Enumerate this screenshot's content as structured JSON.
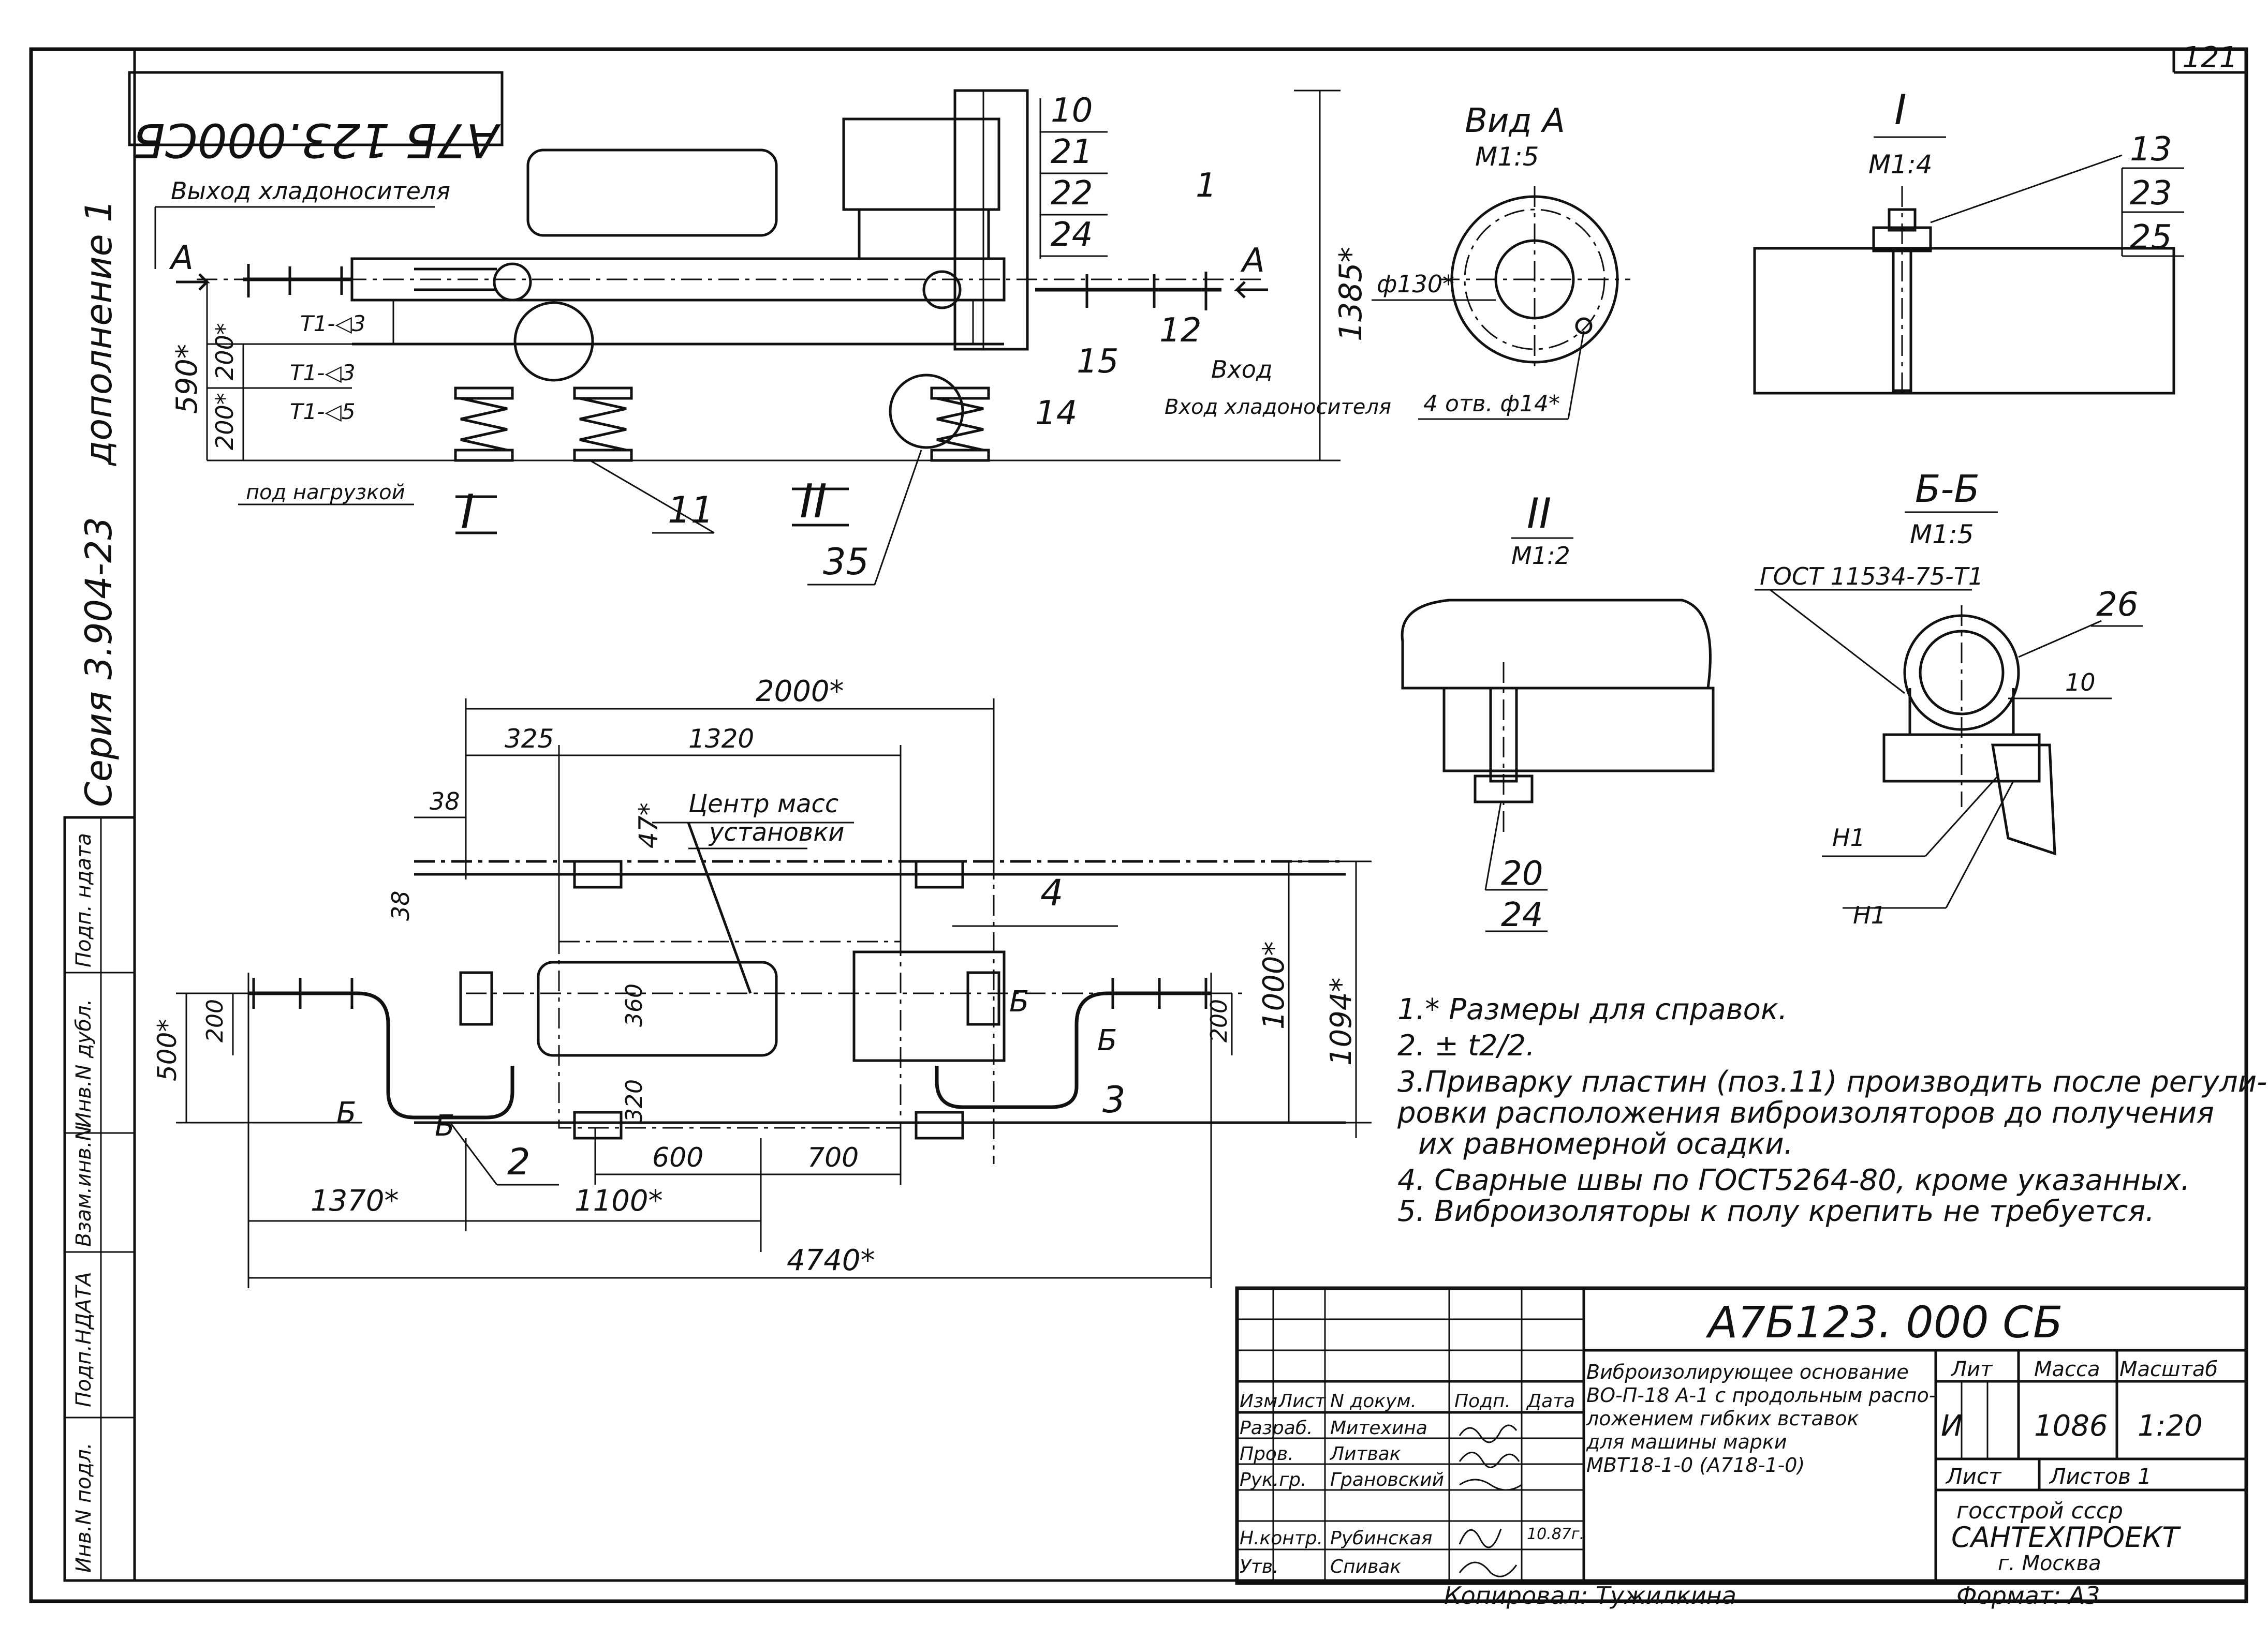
{
  "sheet_number": "121",
  "stamp_code_mirrored": "А7Б 123.000СБ",
  "side_column": {
    "addition": "дополнение 1",
    "series": "Серия 3.904-23"
  },
  "side_table_labels": [
    "Инв.N подл.",
    "Подп.НДАТА",
    "Взам.инв.N",
    "Инв.N дубл.",
    "Подп. ндата"
  ],
  "side_view": {
    "outlet_label": "Выход хладоносителя",
    "inlet_label": "Вход хладоносителя",
    "under_load": "под нагрузкой",
    "section_A_left": "А",
    "section_A_right": "А",
    "dim_590": "590*",
    "dim_200a": "200*",
    "dim_200b": "200*",
    "dim_1385": "1385*",
    "weld_1": "Т1-◁3",
    "weld_2": "Т1-◁3",
    "weld_3": "Т1-◁5",
    "pos_1": "1",
    "pos_10": "10",
    "pos_21": "21",
    "pos_22": "22",
    "pos_24": "24",
    "pos_12": "12",
    "pos_15": "15",
    "pos_14": "14",
    "pos_11": "11",
    "pos_35": "35",
    "callout_I": "I",
    "callout_II": "II"
  },
  "plan_view": {
    "dim_2000": "2000*",
    "dim_325": "325",
    "dim_1320": "1320",
    "dim_38a": "38",
    "dim_38b": "38",
    "dim_47": "47*",
    "center_mass_1": "Центр масс",
    "center_mass_2": "установки",
    "pos_4": "4",
    "pos_2": "2",
    "pos_3": "3",
    "dim_200_left": "200",
    "dim_500": "500*",
    "dim_360": "360",
    "dim_320": "320",
    "dim_200_right": "200",
    "dim_1000": "1000*",
    "dim_1094": "1094*",
    "dim_600": "600",
    "dim_700": "700",
    "dim_1370": "1370*",
    "dim_1100": "1100*",
    "dim_4740": "4740*",
    "section_B1": "Б",
    "section_B2": "Б",
    "section_B3": "Б",
    "section_B4": "Б"
  },
  "view_A": {
    "title": "Вид А",
    "scale": "М1:5",
    "dim_130": "ф130*",
    "holes": "4 отв. ф14*"
  },
  "detail_I": {
    "title": "I",
    "scale": "М1:4",
    "pos_13": "13",
    "pos_23": "23",
    "pos_25": "25"
  },
  "detail_II": {
    "title": "II",
    "scale": "М1:2",
    "pos_20": "20",
    "pos_24": "24"
  },
  "section_BB": {
    "title": "Б-Б",
    "scale": "М1:5",
    "standard": "ГОСТ 11534-75-Т1",
    "pos_26": "26",
    "dim_10": "10",
    "weld_h1a": "Н1",
    "weld_h1b": "Н1"
  },
  "notes": [
    "1.* Размеры для справок.",
    "2. ± t2/2.",
    "3.Приварку пластин (поз.11) производить после регули-",
    "ровки расположения виброизоляторов до получения",
    "их равномерной осадки.",
    "4. Сварные швы по ГОСТ5264-80, кроме указанных.",
    "5. Виброизоляторы к полу крепить не требуется."
  ],
  "title_block": {
    "designation": "А7Б123. 000 СБ",
    "description": [
      "Виброизолирующее основание",
      "ВО-П-18 А-1 с продольным распо-",
      "ложением гибких вставок",
      "для машины марки",
      "МВТ18-1-0 (А718-1-0)"
    ],
    "col_headers": [
      "Изм.",
      "Лист",
      "N докум.",
      "Подп.",
      "Дата"
    ],
    "roles": [
      {
        "role": "Разраб.",
        "name": "Митехина"
      },
      {
        "role": "Пров.",
        "name": "Литвак"
      },
      {
        "role": "Рук.гр.",
        "name": "Грановский"
      },
      {
        "role": "Н.контр.",
        "name": "Рубинская"
      },
      {
        "role": "Утв.",
        "name": "Спивак"
      }
    ],
    "date_mark": "10.87г.",
    "lit_label": "Лит",
    "mass_label": "Масса",
    "scale_label": "Масштаб",
    "lit_value": "И",
    "mass_value": "1086",
    "scale_value": "1:20",
    "sheet_label": "Лист",
    "sheets_label": "Листов 1",
    "org_1": "госстрой ссср",
    "org_2": "САНТЕХПРОЕКТ",
    "org_3": "г. Москва"
  },
  "copied_by": "Копировал: Тужилкина",
  "format": "Формат: А3"
}
